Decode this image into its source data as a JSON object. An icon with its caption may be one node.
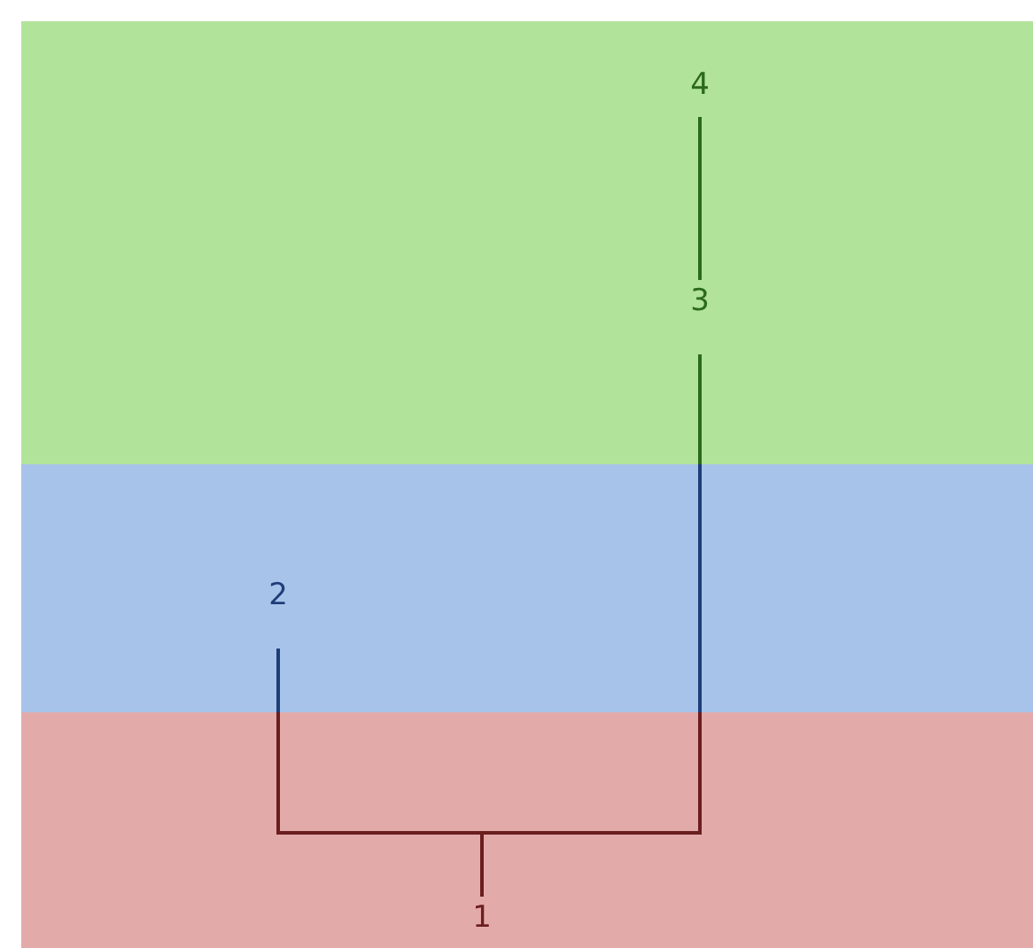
{
  "diagram": {
    "nodes": [
      {
        "text": [],
        "shape": "band"
      },
      {
        "text": [
          "4"
        ],
        "in": 0
      },
      {
        "text": [
          "3"
        ],
        "in": 0
      },
      {
        "text": [],
        "shape": "band"
      },
      {
        "text": [
          "2"
        ],
        "in": 3
      },
      {
        "text": [],
        "shape": "band"
      },
      {
        "text": [
          "1"
        ],
        "in": 5
      }
    ],
    "edges": [
      {
        "from": 6,
        "to": 4,
        "arrow": "none"
      },
      {
        "from": 6,
        "to": 2,
        "arrow": "none"
      },
      {
        "from": 2,
        "to": 1,
        "arrow": "none"
      }
    ]
  }
}
